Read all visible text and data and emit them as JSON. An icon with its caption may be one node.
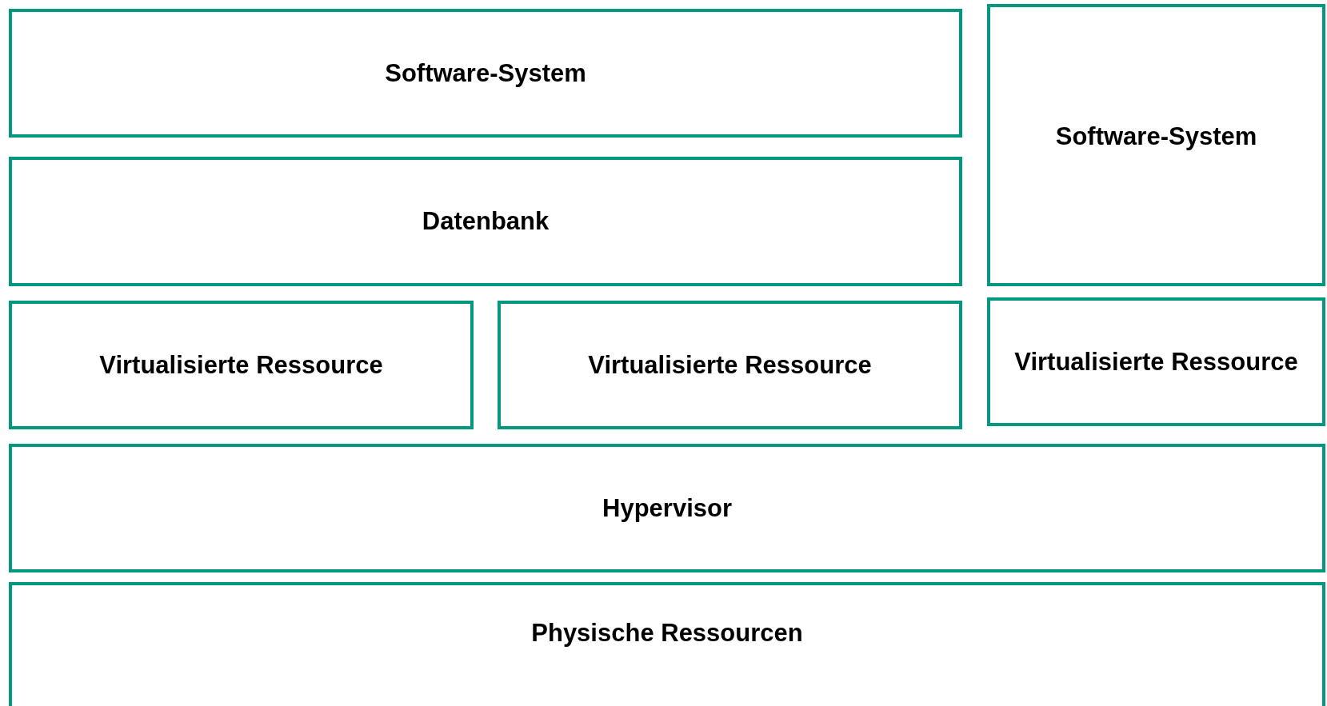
{
  "diagram": {
    "nodes": [
      {
        "text": [
          "Software-System"
        ]
      },
      {
        "text": [
          "Software-System"
        ]
      },
      {
        "text": [
          "Datenbank"
        ]
      },
      {
        "text": [
          "Virtualisierte Ressource"
        ]
      },
      {
        "text": [
          "Virtualisierte Ressource"
        ]
      },
      {
        "text": [
          "Virtualisierte Ressource"
        ]
      },
      {
        "text": [
          "Hypervisor"
        ]
      },
      {
        "text": [
          "Physische Ressourcen"
        ]
      }
    ]
  }
}
